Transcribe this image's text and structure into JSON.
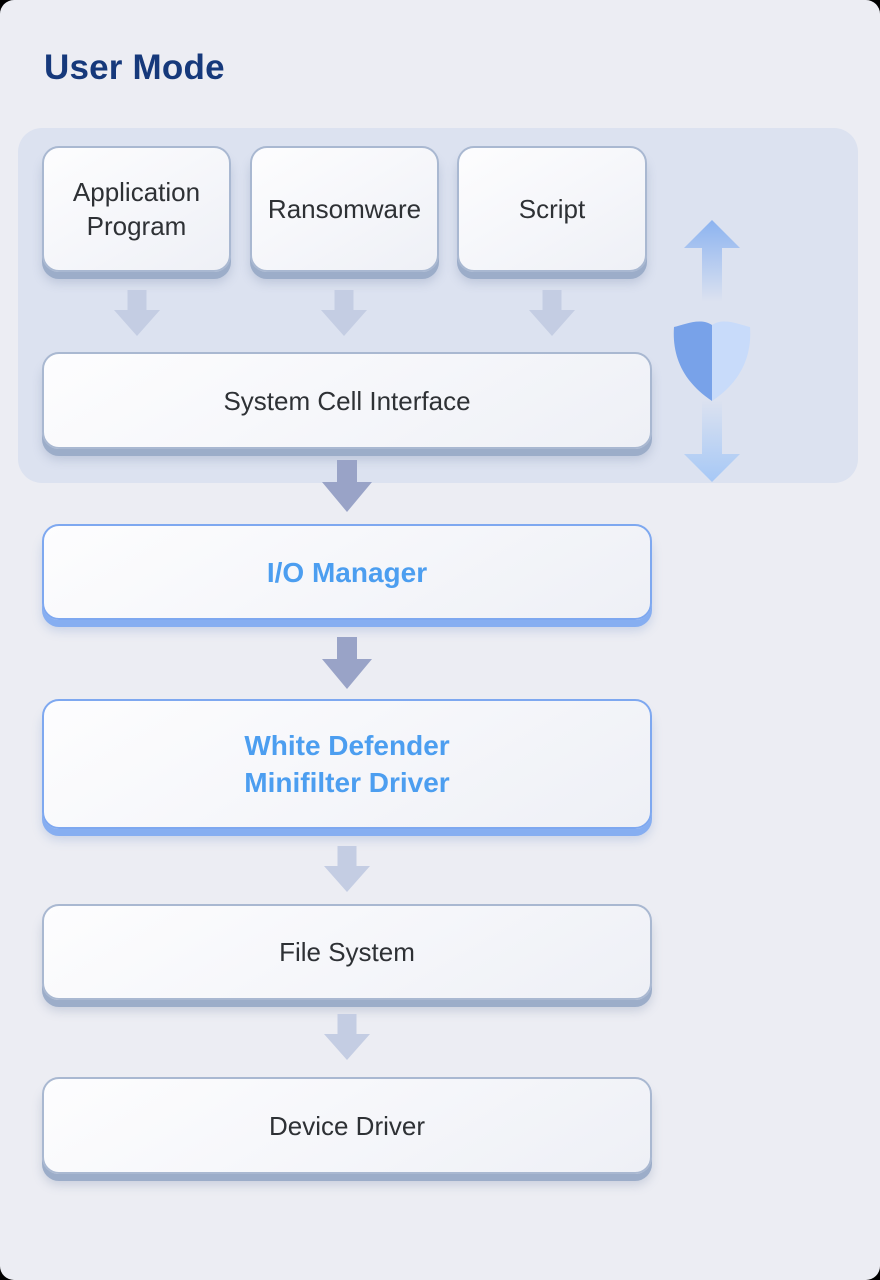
{
  "header": {
    "title": "User Mode"
  },
  "user_mode_panel": {
    "app_boxes": [
      {
        "label": "Application Program"
      },
      {
        "label": "Ransomware"
      },
      {
        "label": "Script"
      }
    ],
    "system_interface_label": "System Cell Interface",
    "shield_icon": "shield-icon",
    "up_arrow_icon": "arrow-up-icon",
    "down_arrow_icon": "arrow-down-icon"
  },
  "kernel_stack": {
    "io_manager_label": "I/O Manager",
    "white_defender_line1": "White Defender",
    "white_defender_line2": "Minifilter Driver",
    "file_system_label": "File System",
    "device_driver_label": "Device Driver"
  },
  "colors": {
    "page_background": "#ECEDF3",
    "panel_background": "#DCE2F0",
    "title_text": "#16397B",
    "box_text": "#2E3135",
    "accent_blue_text": "#4C9EF0",
    "accent_blue_border": "#7EA8F0",
    "gray_border": "#A9B8D1",
    "dark_arrow": "#99A3C7",
    "light_arrow": "#C4CDE3",
    "shield_left": "#78A2E9",
    "shield_right": "#C8DBFA",
    "gradient_arrow_up": "#8CB3F0",
    "gradient_arrow_down": "#A6C8F6"
  }
}
